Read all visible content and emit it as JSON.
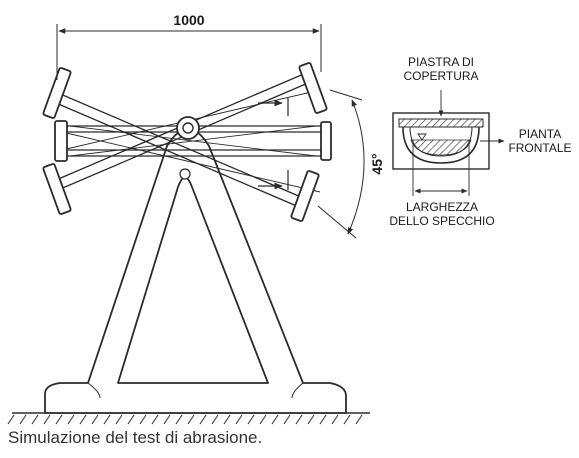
{
  "figure": {
    "dimension_width": "1000",
    "dimension_angle": "45°",
    "detail": {
      "cover_plate_line1": "PIASTRA DI",
      "cover_plate_line2": "COPERTURA",
      "front_plan_line1": "PIANTA",
      "front_plan_line2": "FRONTALE",
      "mirror_width_line1": "LARGHEZZA",
      "mirror_width_line2": "DELLO SPECCHIO"
    },
    "caption": "Simulazione del test di abrasione."
  },
  "colors": {
    "line": "#2b2b2b",
    "hatch": "#555555",
    "background": "#ffffff"
  }
}
